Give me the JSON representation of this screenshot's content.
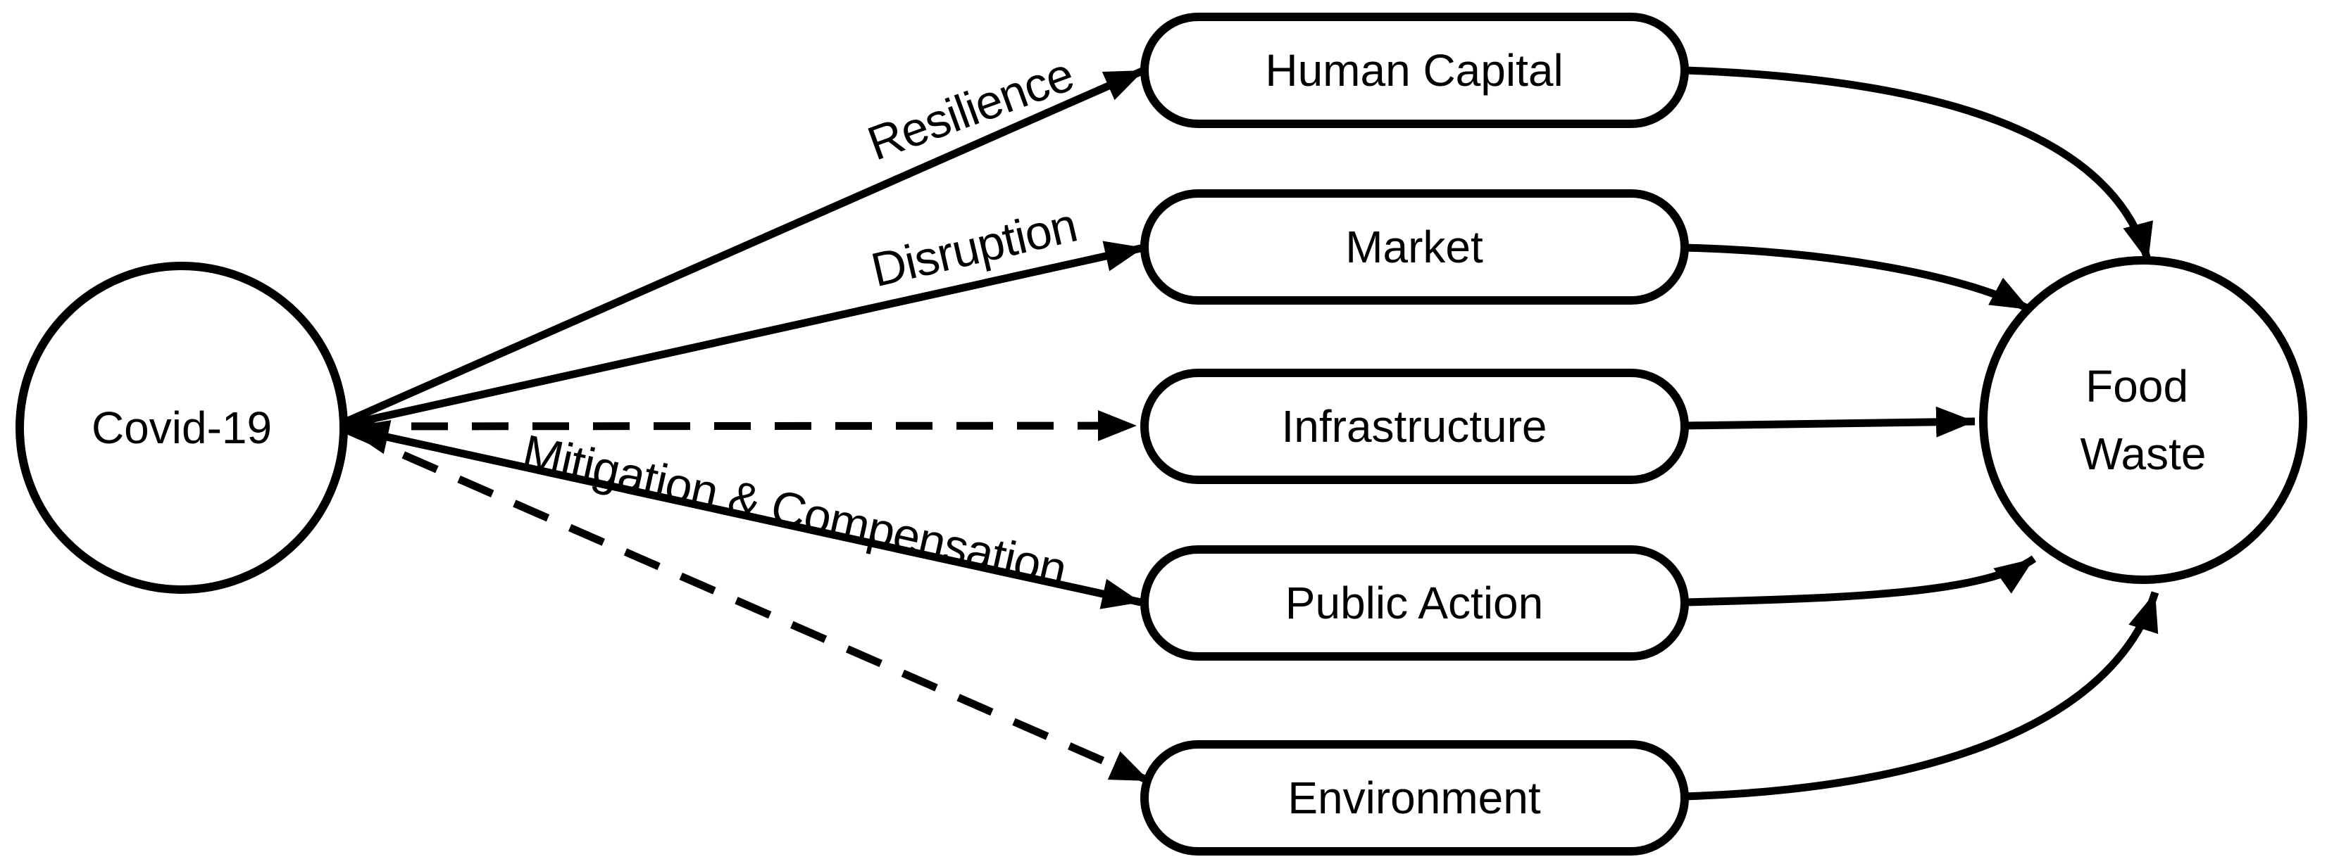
{
  "diagram": {
    "background_color": "#ffffff",
    "ink_color": "#000000",
    "nodes": {
      "covid": {
        "label": "Covid-19",
        "shape": "circle"
      },
      "factors": [
        {
          "id": "human_capital",
          "label": "Human Capital",
          "shape": "stadium"
        },
        {
          "id": "market",
          "label": "Market",
          "shape": "stadium"
        },
        {
          "id": "infrastructure",
          "label": "Infrastructure",
          "shape": "stadium"
        },
        {
          "id": "public_action",
          "label": "Public Action",
          "shape": "stadium"
        },
        {
          "id": "environment",
          "label": "Environment",
          "shape": "stadium"
        }
      ],
      "food_waste": {
        "lines": [
          "Food",
          "Waste"
        ],
        "shape": "circle"
      }
    },
    "edges": [
      {
        "from": "Covid-19",
        "to": "Human Capital",
        "style": "solid",
        "direction": "forward",
        "label": "Resilience"
      },
      {
        "from": "Covid-19",
        "to": "Market",
        "style": "solid",
        "direction": "forward",
        "label": "Disruption"
      },
      {
        "from": "Covid-19",
        "to": "Infrastructure",
        "style": "dashed",
        "direction": "forward",
        "label": ""
      },
      {
        "from": "Covid-19",
        "to": "Public Action",
        "style": "solid",
        "direction": "both",
        "label": "Mitigation & Compensation"
      },
      {
        "from": "Covid-19",
        "to": "Environment",
        "style": "dashed",
        "direction": "forward",
        "label": ""
      },
      {
        "from": "Human Capital",
        "to": "Food Waste",
        "style": "solid",
        "direction": "forward",
        "label": ""
      },
      {
        "from": "Market",
        "to": "Food Waste",
        "style": "solid",
        "direction": "forward",
        "label": ""
      },
      {
        "from": "Infrastructure",
        "to": "Food Waste",
        "style": "solid",
        "direction": "forward",
        "label": ""
      },
      {
        "from": "Public Action",
        "to": "Food Waste",
        "style": "solid",
        "direction": "forward",
        "label": ""
      },
      {
        "from": "Environment",
        "to": "Food Waste",
        "style": "solid",
        "direction": "forward",
        "label": ""
      }
    ]
  }
}
